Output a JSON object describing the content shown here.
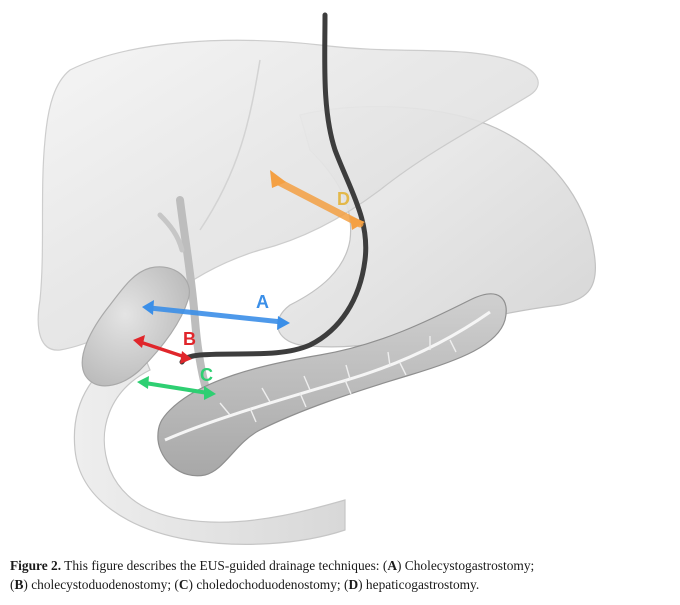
{
  "figure": {
    "labels": {
      "a": "A",
      "b": "B",
      "c": "C",
      "d": "D"
    },
    "colors": {
      "a": "#3b8fe8",
      "b": "#e0262b",
      "c": "#2ecf72",
      "d": "#f4a043",
      "d_label": "#e3b84a",
      "endoscope": "#3d3d3d"
    }
  },
  "caption": {
    "figure_label": "Figure 2.",
    "intro": " This figure describes the EUS-guided drainage techniques: (",
    "a_letter": "A",
    "a_text": ") Cholecystogastrostomy;",
    "b_open": "(",
    "b_letter": "B",
    "b_text": ") cholecystoduodenostomy; (",
    "c_letter": "C",
    "c_text": ") choledochoduodenostomy; (",
    "d_letter": "D",
    "d_text": ") hepaticogastrostomy."
  }
}
